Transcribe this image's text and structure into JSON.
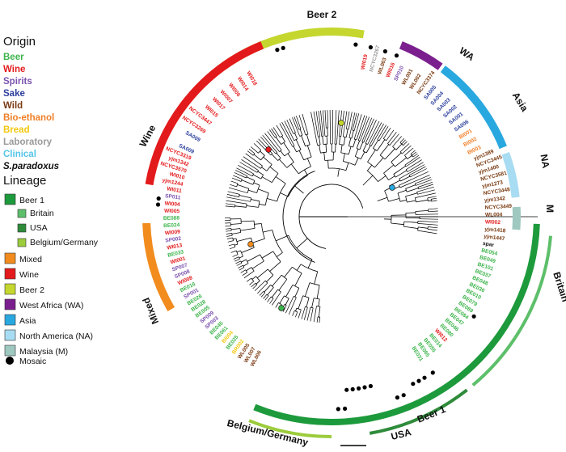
{
  "legend": {
    "origin_title": "Origin",
    "origins": [
      {
        "label": "Beer",
        "color": "#3cb44b",
        "style": "normal"
      },
      {
        "label": "Wine",
        "color": "#e31a1c",
        "style": "normal"
      },
      {
        "label": "Spirits",
        "color": "#7b52ae",
        "style": "normal"
      },
      {
        "label": "Sake",
        "color": "#2b3e9c",
        "style": "normal"
      },
      {
        "label": "Wild",
        "color": "#7a3b12",
        "style": "normal"
      },
      {
        "label": "Bio-ethanol",
        "color": "#f07e26",
        "style": "normal"
      },
      {
        "label": "Bread",
        "color": "#f2c80f",
        "style": "normal"
      },
      {
        "label": "Laboratory",
        "color": "#9a9a9a",
        "style": "normal"
      },
      {
        "label": "Clinical",
        "color": "#54c5e8",
        "style": "normal"
      },
      {
        "label": "S.paradoxus",
        "color": "#111111",
        "style": "italic"
      }
    ],
    "lineage_title": "Lineage",
    "lineages": [
      {
        "label": "Beer 1",
        "color": "#1d9a3c",
        "sub": false
      },
      {
        "label": "Britain",
        "color": "#5dbf6a",
        "sub": true
      },
      {
        "label": "USA",
        "color": "#2e8b3a",
        "sub": true
      },
      {
        "label": "Belgium/Germany",
        "color": "#9ccc3c",
        "sub": true
      },
      {
        "label": "Mixed",
        "color": "#f28c1e",
        "sub": false
      },
      {
        "label": "Wine",
        "color": "#e31a1c",
        "sub": false
      },
      {
        "label": "Beer 2",
        "color": "#c5d62e",
        "sub": false
      },
      {
        "label": "West Africa (WA)",
        "color": "#7b1f8e",
        "sub": false
      },
      {
        "label": "Asia",
        "color": "#29a8e0",
        "sub": false
      },
      {
        "label": "North America (NA)",
        "color": "#a8dcf2",
        "sub": false
      },
      {
        "label": "Malaysia (M)",
        "color": "#9ec8c0",
        "sub": false
      }
    ],
    "mosaic_label": "Mosaic"
  },
  "clade_labels": {
    "beer2": "Beer 2",
    "wa": "WA",
    "asia": "Asia",
    "na": "NA",
    "m": "M",
    "britain": "Britain",
    "beer1": "Beer 1",
    "usa": "USA",
    "belgium": "Belgium/Germany",
    "mixed": "Mixed",
    "wine": "Wine"
  },
  "clade_colors": {
    "beer2": "#c5d62e",
    "wa": "#7b1f8e",
    "asia": "#29a8e0",
    "na": "#a8dcf2",
    "m": "#9ec8c0",
    "britain": "#5dbf6a",
    "beer1": "#1d9a3c",
    "usa": "#2e8b3a",
    "belgium": "#9ccc3c",
    "mixed": "#f28c1e",
    "wine": "#e31a1c"
  },
  "leaves": {
    "right": [
      {
        "t": "yjm1389",
        "c": "#7a3b12"
      },
      {
        "t": "NCYC3445",
        "c": "#7a3b12"
      },
      {
        "t": "yjm1400",
        "c": "#7a3b12"
      },
      {
        "t": "NCYC3581",
        "c": "#7a3b12"
      },
      {
        "t": "yjm1273",
        "c": "#7a3b12"
      },
      {
        "t": "NCYC3448",
        "c": "#7a3b12"
      },
      {
        "t": "yjm1342",
        "c": "#7a3b12"
      },
      {
        "t": "NCYC3449",
        "c": "#7a3b12"
      },
      {
        "t": "WL004",
        "c": "#7a3b12"
      },
      {
        "t": "WI002",
        "c": "#e31a1c"
      },
      {
        "t": "yjm1418",
        "c": "#7a3b12"
      },
      {
        "t": "yjm1447",
        "c": "#7a3b12"
      },
      {
        "t": "spar",
        "c": "#111111"
      },
      {
        "t": "BE054",
        "c": "#3cb44b"
      },
      {
        "t": "BE049",
        "c": "#3cb44b"
      },
      {
        "t": "BE101",
        "c": "#3cb44b"
      },
      {
        "t": "BE037",
        "c": "#3cb44b"
      },
      {
        "t": "BE048",
        "c": "#3cb44b"
      },
      {
        "t": "BE036",
        "c": "#3cb44b"
      },
      {
        "t": "BE010",
        "c": "#3cb44b"
      },
      {
        "t": "BE079",
        "c": "#3cb44b"
      },
      {
        "t": "BE089",
        "c": "#3cb44b"
      },
      {
        "t": "BE084",
        "c": "#3cb44b"
      },
      {
        "t": "BE047",
        "c": "#3cb44b"
      },
      {
        "t": "BE046",
        "c": "#3cb44b"
      },
      {
        "t": "BE080",
        "c": "#3cb44b"
      },
      {
        "t": "WI012",
        "c": "#e31a1c"
      },
      {
        "t": "BE014",
        "c": "#3cb44b"
      },
      {
        "t": "BE055",
        "c": "#3cb44b"
      },
      {
        "t": "BE065",
        "c": "#3cb44b"
      },
      {
        "t": "BE031",
        "c": "#3cb44b"
      }
    ],
    "left": [
      {
        "t": "SA009",
        "c": "#2b3e9c"
      },
      {
        "t": "NCYC3319",
        "c": "#e31a1c"
      },
      {
        "t": "yjm1342",
        "c": "#e31a1c"
      },
      {
        "t": "NCYC3570",
        "c": "#e31a1c"
      },
      {
        "t": "WI010",
        "c": "#e31a1c"
      },
      {
        "t": "yjm1244",
        "c": "#e31a1c"
      },
      {
        "t": "WI011",
        "c": "#e31a1c"
      },
      {
        "t": "SP011",
        "c": "#7b52ae"
      },
      {
        "t": "WI004",
        "c": "#e31a1c"
      },
      {
        "t": "WI005",
        "c": "#e31a1c"
      },
      {
        "t": "BE088",
        "c": "#3cb44b"
      },
      {
        "t": "BE024",
        "c": "#3cb44b"
      },
      {
        "t": "WI009",
        "c": "#e31a1c"
      },
      {
        "t": "SP002",
        "c": "#7b52ae"
      },
      {
        "t": "WI013",
        "c": "#e31a1c"
      },
      {
        "t": "BE033",
        "c": "#3cb44b"
      },
      {
        "t": "WI001",
        "c": "#e31a1c"
      },
      {
        "t": "SP007",
        "c": "#7b52ae"
      },
      {
        "t": "SP008",
        "c": "#7b52ae"
      },
      {
        "t": "WI008",
        "c": "#e31a1c"
      },
      {
        "t": "BE016",
        "c": "#3cb44b"
      },
      {
        "t": "SP001",
        "c": "#7b52ae"
      },
      {
        "t": "BE026",
        "c": "#3cb44b"
      },
      {
        "t": "BE028",
        "c": "#3cb44b"
      },
      {
        "t": "BE005",
        "c": "#3cb44b"
      },
      {
        "t": "SP009",
        "c": "#7b52ae"
      },
      {
        "t": "SP003",
        "c": "#7b52ae"
      },
      {
        "t": "BE045",
        "c": "#3cb44b"
      },
      {
        "t": "BE061",
        "c": "#3cb44b"
      },
      {
        "t": "BI004",
        "c": "#f2c80f"
      },
      {
        "t": "BE025",
        "c": "#3cb44b"
      },
      {
        "t": "BR002",
        "c": "#f2c80f"
      },
      {
        "t": "WL005",
        "c": "#7a3b12"
      },
      {
        "t": "WL007",
        "c": "#7a3b12"
      },
      {
        "t": "WL006",
        "c": "#7a3b12"
      }
    ],
    "top": [
      {
        "t": "WI019",
        "c": "#e31a1c"
      },
      {
        "t": "NCYC3267",
        "c": "#9a9a9a"
      },
      {
        "t": "WL003",
        "c": "#7a3b12"
      },
      {
        "t": "WI016",
        "c": "#e31a1c"
      },
      {
        "t": "SP010",
        "c": "#7b52ae"
      },
      {
        "t": "WL001",
        "c": "#7a3b12"
      },
      {
        "t": "WL002",
        "c": "#7a3b12"
      },
      {
        "t": "NCYC3374",
        "c": "#7a3b12"
      },
      {
        "t": "SA005",
        "c": "#2b3e9c"
      },
      {
        "t": "SA004",
        "c": "#2b3e9c"
      },
      {
        "t": "SA003",
        "c": "#2b3e9c"
      },
      {
        "t": "SA002",
        "c": "#2b3e9c"
      },
      {
        "t": "SA001",
        "c": "#2b3e9c"
      },
      {
        "t": "SA006",
        "c": "#2b3e9c"
      },
      {
        "t": "BI001",
        "c": "#f07e26"
      },
      {
        "t": "BI002",
        "c": "#f07e26"
      },
      {
        "t": "BI003",
        "c": "#f07e26"
      }
    ],
    "topleft": [
      {
        "t": "WI018",
        "c": "#e31a1c"
      },
      {
        "t": "WI014",
        "c": "#e31a1c"
      },
      {
        "t": "WI006",
        "c": "#e31a1c"
      },
      {
        "t": "WI007",
        "c": "#e31a1c"
      },
      {
        "t": "WI017",
        "c": "#e31a1c"
      },
      {
        "t": "WI015",
        "c": "#e31a1c"
      },
      {
        "t": "NCYC3447",
        "c": "#e31a1c"
      },
      {
        "t": "NCYC3269",
        "c": "#e31a1c"
      },
      {
        "t": "SA009",
        "c": "#2b3e9c"
      }
    ]
  }
}
